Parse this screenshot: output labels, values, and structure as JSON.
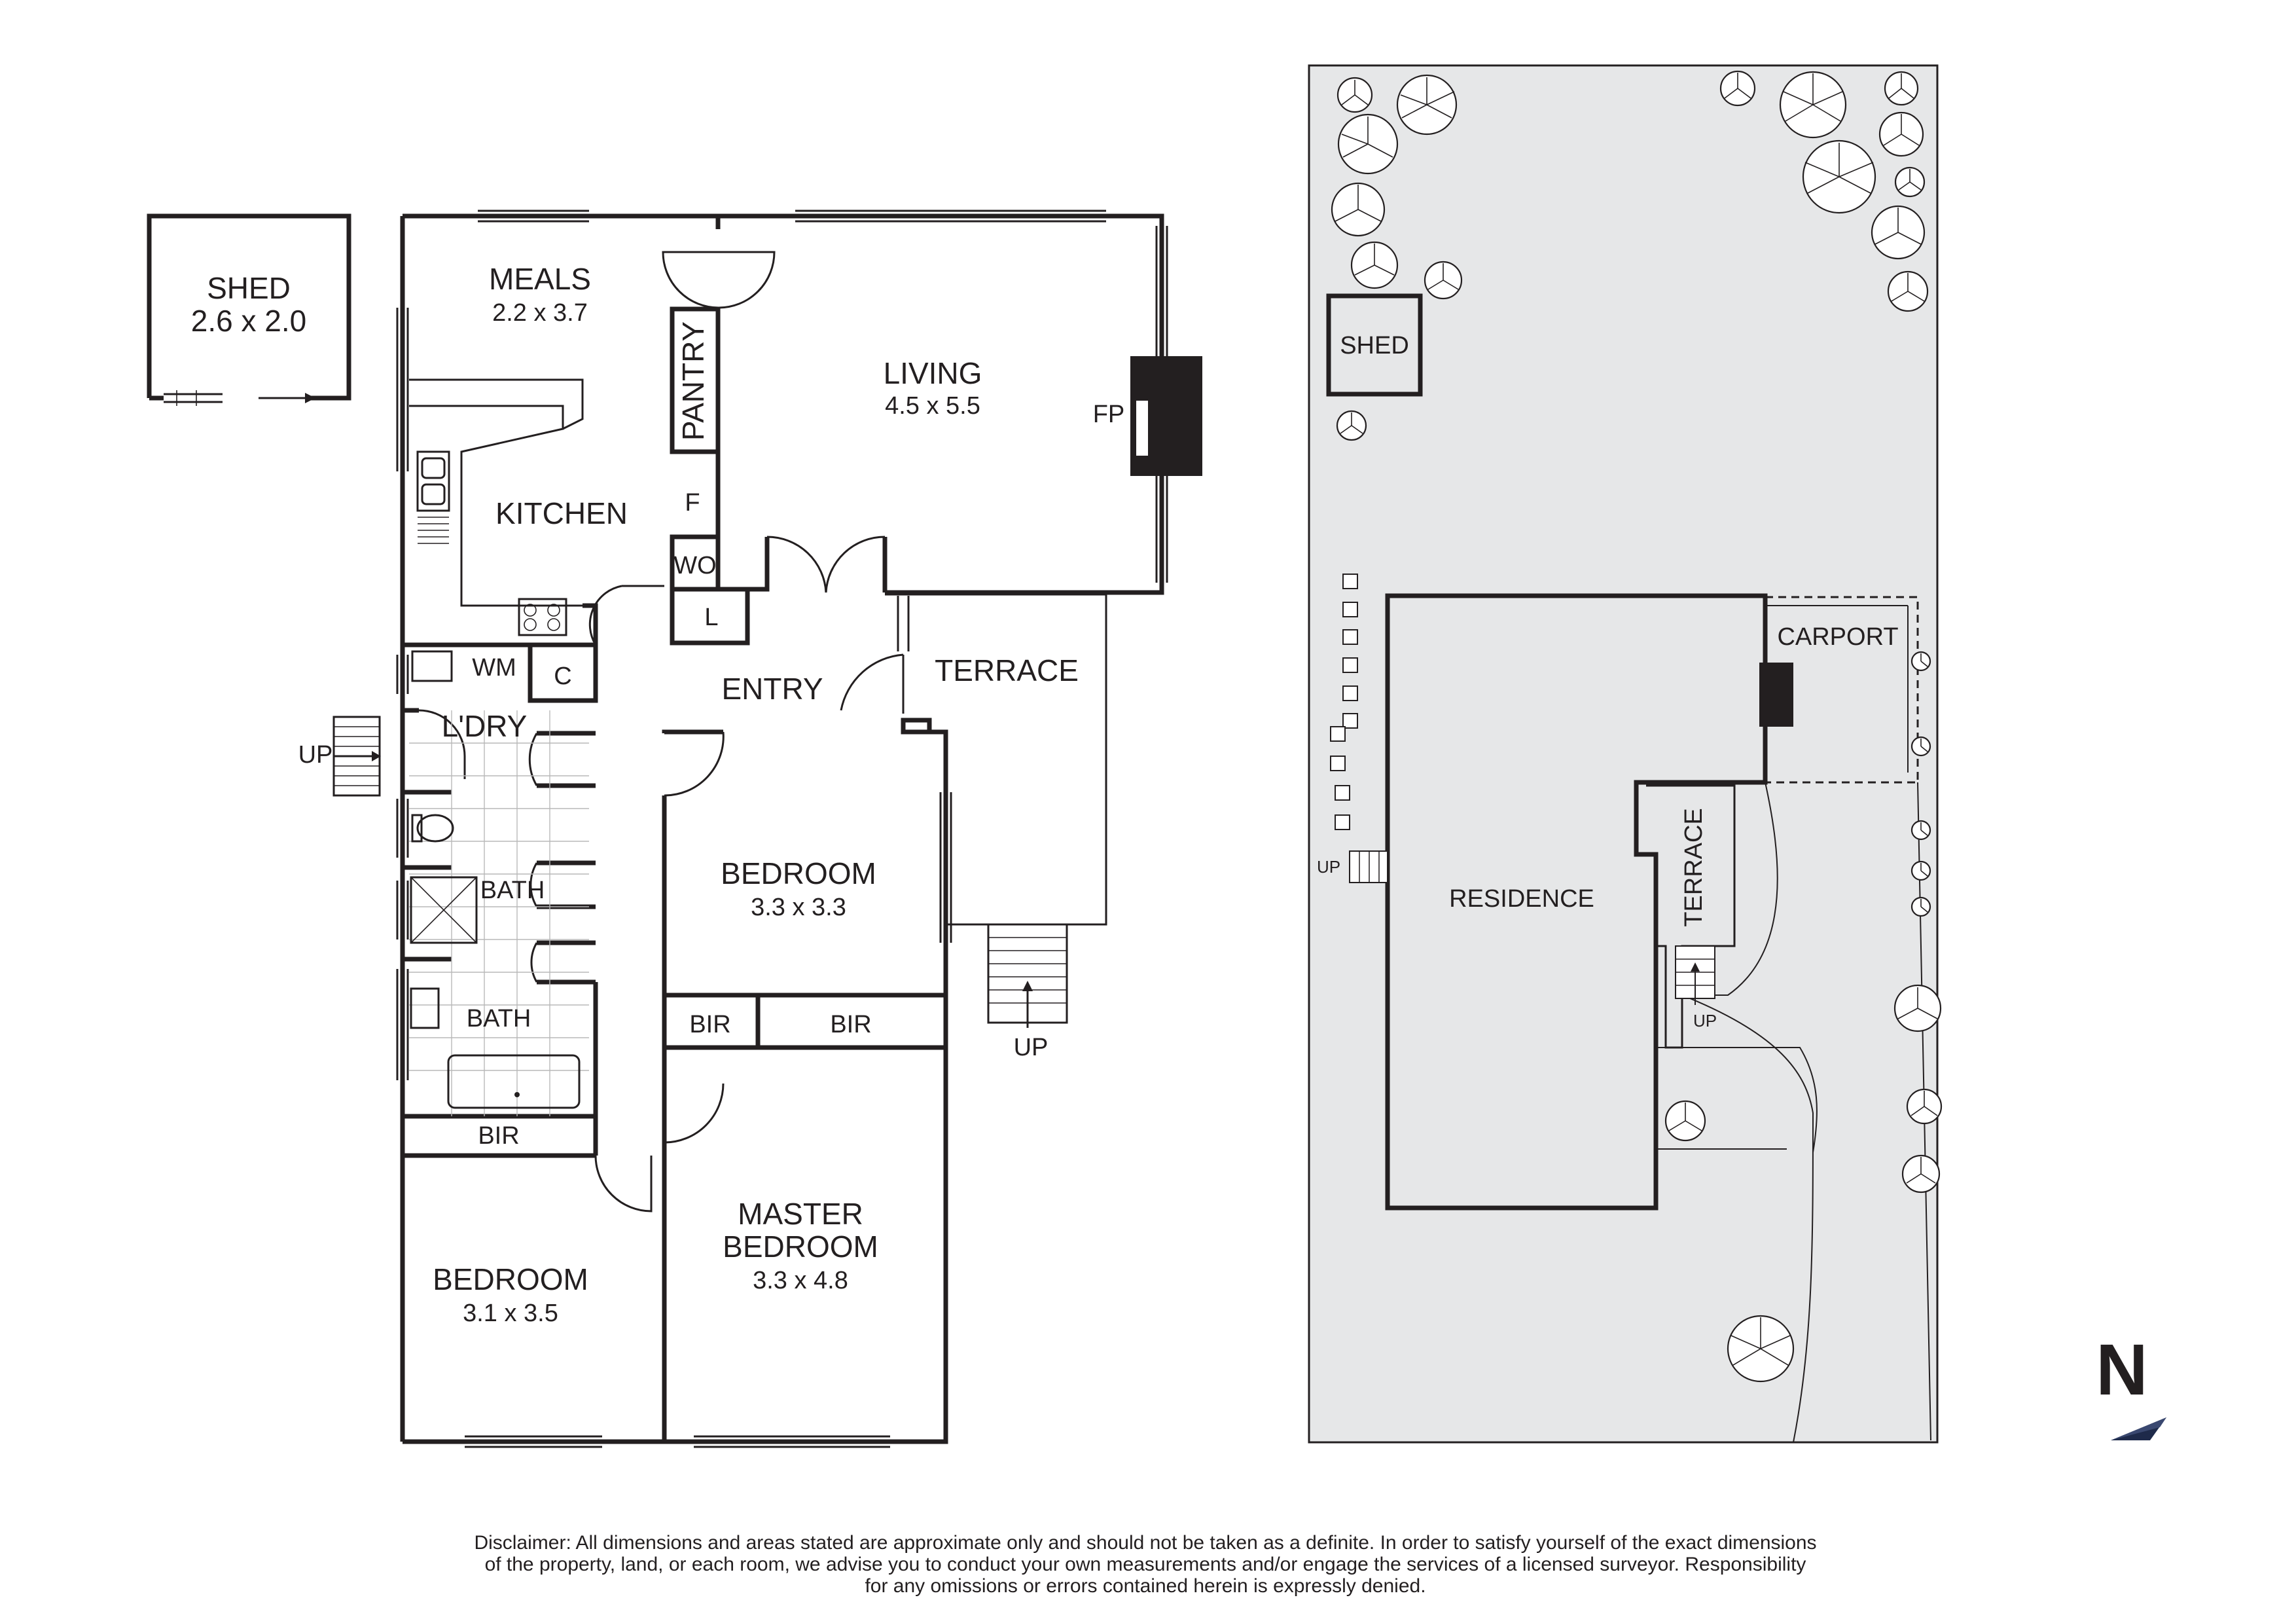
{
  "floorplan": {
    "rooms": {
      "shed": {
        "name": "SHED",
        "dims": "2.6 x 2.0"
      },
      "meals": {
        "name": "MEALS",
        "dims": "2.2 x 3.7"
      },
      "pantry": {
        "name": "PANTRY"
      },
      "living": {
        "name": "LIVING",
        "dims": "4.5 x 5.5"
      },
      "fireplace": {
        "name": "FP"
      },
      "kitchen": {
        "name": "KITCHEN"
      },
      "fridge": {
        "name": "F"
      },
      "wall_oven": {
        "name": "WO"
      },
      "linen": {
        "name": "L"
      },
      "entry": {
        "name": "ENTRY"
      },
      "terrace": {
        "name": "TERRACE"
      },
      "washing_machine": {
        "name": "WM"
      },
      "cupboard": {
        "name": "C"
      },
      "laundry": {
        "name": "L'DRY"
      },
      "bath_1": {
        "name": "BATH"
      },
      "bath_2": {
        "name": "BATH"
      },
      "bedroom_1": {
        "name": "BEDROOM",
        "dims": "3.3 x 3.3"
      },
      "bir_1": {
        "name": "BIR"
      },
      "bir_2": {
        "name": "BIR"
      },
      "bir_3": {
        "name": "BIR"
      },
      "bedroom_2": {
        "name": "BEDROOM",
        "dims": "3.1 x 3.5"
      },
      "master": {
        "name": "MASTER",
        "name2": "BEDROOM",
        "dims": "3.3 x 4.8"
      }
    },
    "stairs": {
      "laundry": "UP",
      "terrace": "UP"
    }
  },
  "siteplan": {
    "shed": "SHED",
    "carport": "CARPORT",
    "residence": "RESIDENCE",
    "terrace": "TERRACE",
    "up_left": "UP",
    "up_right": "UP"
  },
  "north": {
    "label": "N"
  },
  "disclaimer": {
    "line1": "Disclaimer: All dimensions and areas stated are approximate only and should not be taken as a definite. In order to satisfy yourself of the exact dimensions",
    "line2": "of the property, land, or each room, we advise you to conduct your own measurements and/or engage the services of a licensed surveyor. Responsibility",
    "line3": "for any omissions or errors contained herein is expressly denied."
  },
  "colors": {
    "ink": "#231f20",
    "site_fill": "#e6e7e8",
    "tile_grid": "#b9b9b9"
  }
}
